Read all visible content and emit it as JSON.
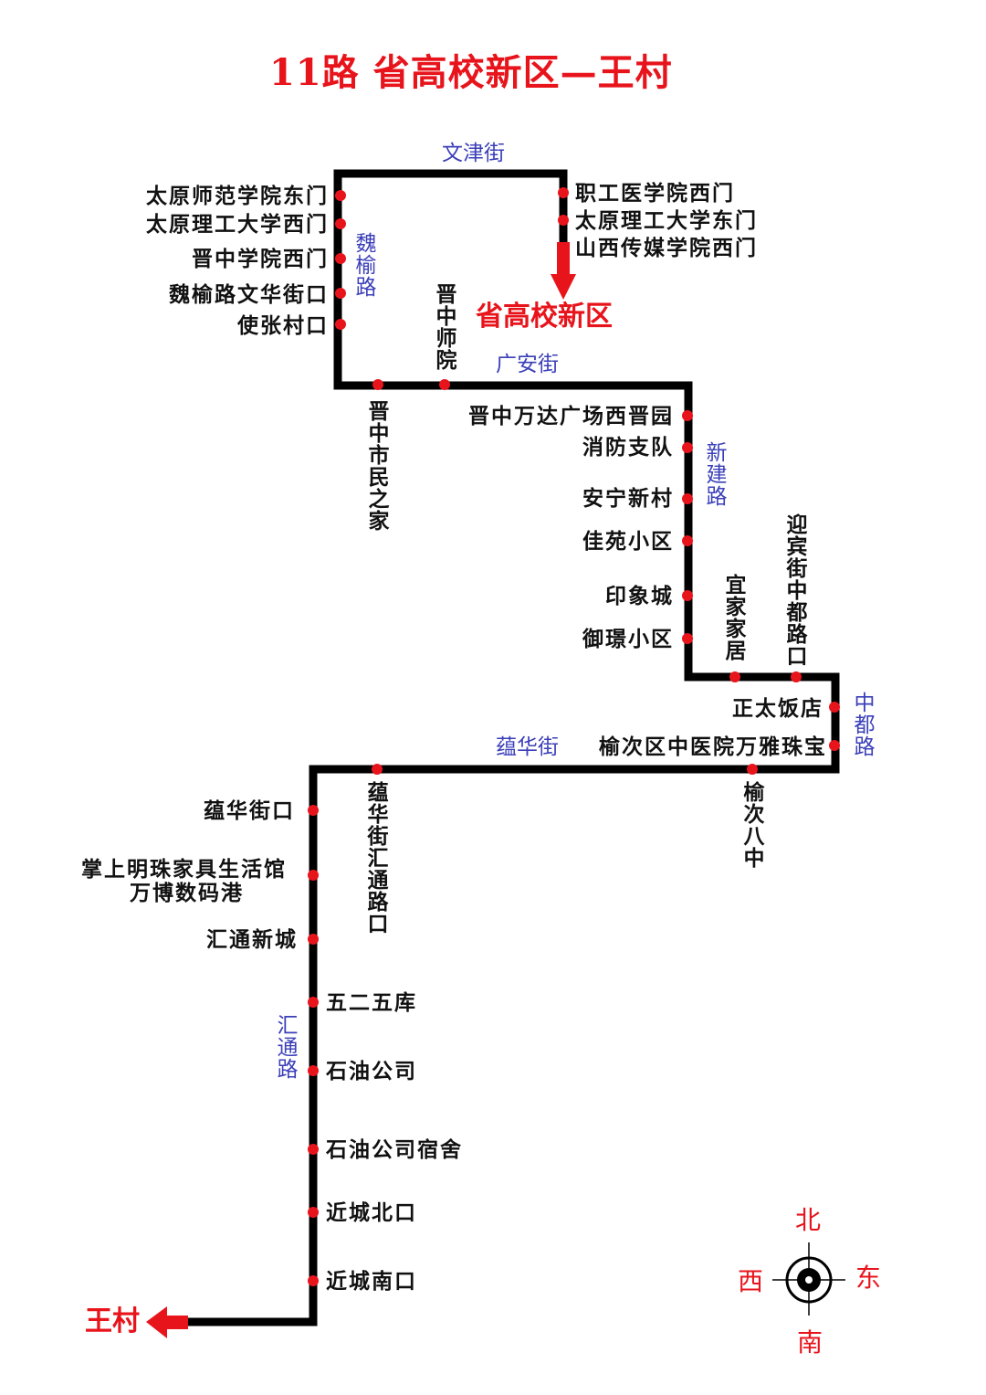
{
  "title": "11路  省高校新区—王村",
  "terminals": {
    "start": "省高校新区",
    "end": "王村"
  },
  "roads": {
    "wenjin": "文津街",
    "weiyu": "魏榆路",
    "guangan": "广安街",
    "xinjian": "新建路",
    "zhongdu": "中都路",
    "yunhua": "蕴华街",
    "huitong": "汇通路"
  },
  "stops": {
    "s01": "职工医学院西门",
    "s02": "太原理工大学东门",
    "s03": "山西传媒学院西门",
    "s04": "太原师范学院东门",
    "s05": "太原理工大学西门",
    "s06": "晋中学院西门",
    "s07": "魏榆路文华街口",
    "s08": "使张村口",
    "s09": "晋中师院",
    "s10": "晋中市民之家",
    "s11": "晋中万达广场西晋园",
    "s12": "消防支队",
    "s13": "安宁新村",
    "s14": "佳苑小区",
    "s15": "印象城",
    "s16": "御璟小区",
    "s17": "宜家家居",
    "s18": "迎宾街中都路口",
    "s19": "正太饭店",
    "s20": "榆次区中医院万雅珠宝",
    "s21": "榆次八中",
    "s22": "蕴华街汇通路口",
    "s23": "蕴华街口",
    "s24a": "掌上明珠家具生活馆",
    "s24b": "万博数码港",
    "s25": "汇通新城",
    "s26": "五二五库",
    "s27": "石油公司",
    "s28": "石油公司宿舍",
    "s29": "近城北口",
    "s30": "近城南口"
  },
  "compass": {
    "north": "北",
    "south": "南",
    "east": "东",
    "west": "西"
  },
  "colors": {
    "route": "#000000",
    "stop_dot": "#e8141c",
    "title": "#e8141c",
    "road_label": "#3b3fb8",
    "stop_label": "#111111"
  }
}
